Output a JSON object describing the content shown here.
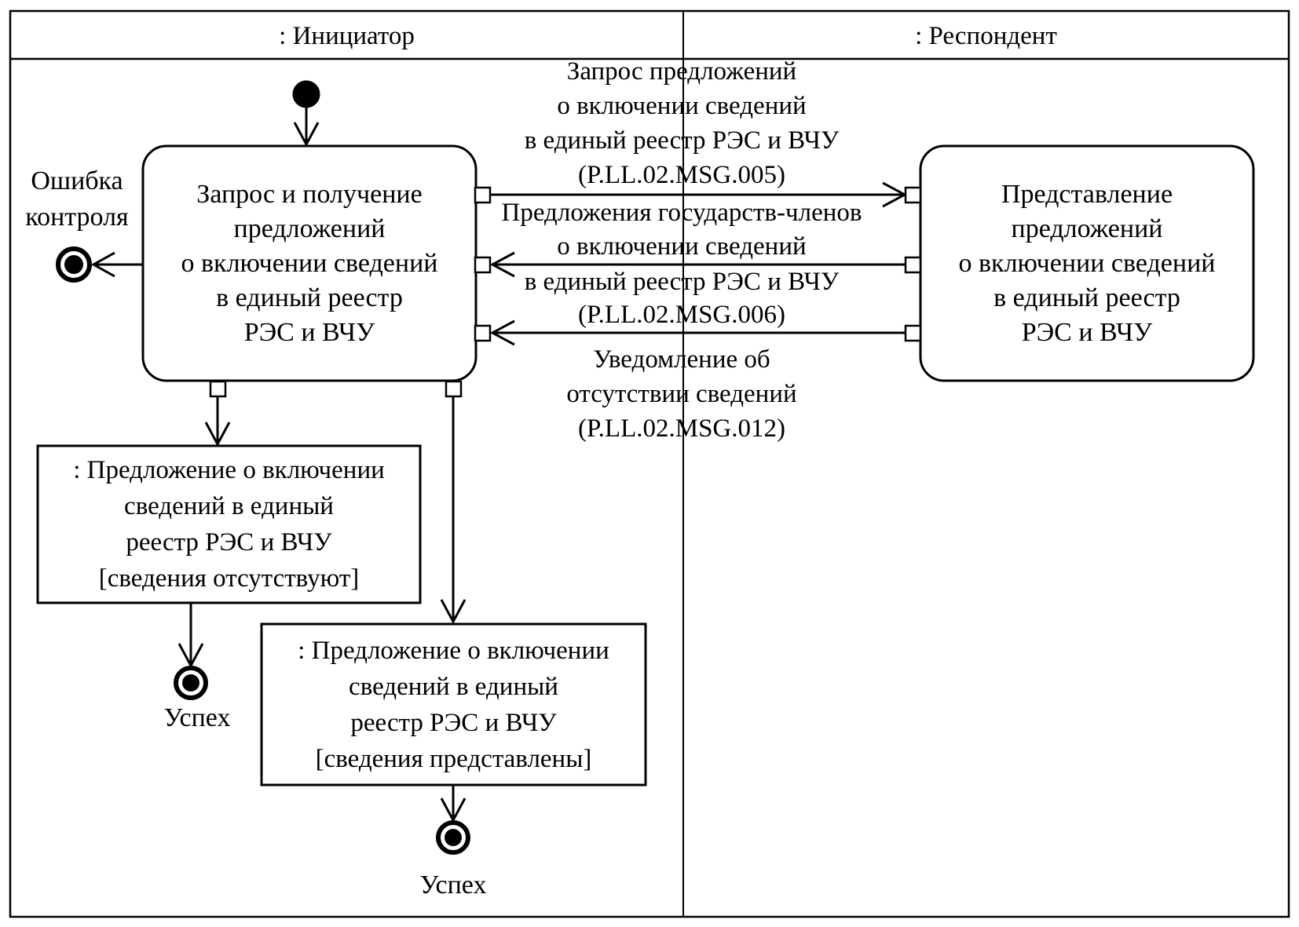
{
  "colors": {
    "ink": "#000000",
    "paper": "#ffffff"
  },
  "lanes": {
    "initiator": ": Инициатор",
    "respondent": ": Респондент"
  },
  "nodes": {
    "main_activity": "Запрос и получение\nпредложений\nо включении сведений\nв единый реестр\nРЭС и ВЧУ",
    "respondent_activity": "Представление\nпредложений\nо включении сведений\nв единый реестр\nРЭС и ВЧУ",
    "object_absent": ": Предложение о включении\nсведений в единый\nреестр РЭС и ВЧУ\n[сведения отсутствуют]",
    "object_present": ": Предложение о включении\nсведений в единый\nреестр РЭС и ВЧУ\n[сведения представлены]"
  },
  "messages": {
    "request": "Запрос предложений\nо включении сведений\nв единый реестр РЭС и ВЧУ\n(P.LL.02.MSG.005)",
    "proposals_top": "Предложения государств-членов\nо включении сведений",
    "proposals_bottom": "в единый реестр РЭС и ВЧУ\n(P.LL.02.MSG.006)",
    "notification": "Уведомление об\nотсутствии сведений\n(P.LL.02.MSG.012)"
  },
  "labels": {
    "control_error": "Ошибка\nконтроля",
    "success_left": "Успех",
    "success_bottom": "Успех"
  }
}
